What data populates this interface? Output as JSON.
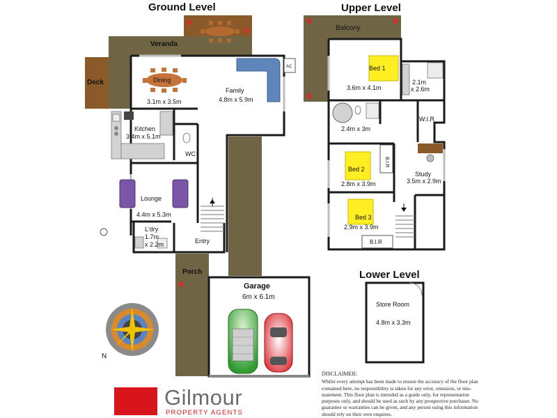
{
  "headings": {
    "ground": "Ground Level",
    "upper": "Upper Level",
    "lower": "Lower Level"
  },
  "rooms": {
    "veranda": "Veranda",
    "deck": "Deck",
    "dining": "Dining",
    "dining_size": "3.1m x 3.5m",
    "family": "Family",
    "family_size": "4.8m x 5.9m",
    "ac": "AC",
    "kitchen": "Kitchen",
    "kitchen_size": "3.4m x 5.1m",
    "wc": "WC",
    "lounge": "Lounge",
    "lounge_size": "4.4m x 5.3m",
    "laundry": "L'dry",
    "laundry_size_a": "1.7m",
    "laundry_size_b": "x 2.2m",
    "entry": "Entry",
    "porch": "Porch",
    "garage": "Garage",
    "garage_size": "6m x 6.1m",
    "balcony": "Balcony",
    "bed1": "Bed 1",
    "bed1_size": "3.6m x 4.1m",
    "ensuite_size_a": "2.1m",
    "ensuite_size_b": "x 2.6m",
    "bath_size": "2.4m x 3m",
    "wir": "W.I.R",
    "bed2": "Bed 2",
    "bed2_size": "2.8m x 3.9m",
    "bir": "B.I.R",
    "study": "Study",
    "study_size": "3.5m x 2.9m",
    "bed3": "Bed 3",
    "bed3_size": "2.9m x 3.9m",
    "bir2": "B.I.R",
    "store": "Store Room",
    "store_size": "4.8m x 3.3m"
  },
  "compass": {
    "north": "N"
  },
  "disclaimer": {
    "title": "DISCLAIMER:",
    "body": "Whilst every attempt has been made to ensure the accuracy of the floor plan contained here, no responsibility is taken for any error, omission, or mis-statement. This floor plan is intended as a guide only, for representation purposes only, and should be used as such by any prospective purchaser. No guarantee or warranties can be given, and any person using this information should rely on their own enquires."
  },
  "logo": {
    "name": "Gilmour",
    "tagline": "PROPERTY AGENTS"
  },
  "colors": {
    "deck": "#8b5a2b",
    "veranda": "#6f6443",
    "bed_yellow": "#ffee22",
    "sofa_purple": "#7a55a8",
    "sofa_blue": "#5f86bb",
    "car_green": "#3da63d",
    "car_red": "#e0242a",
    "brand_red": "#d8141c",
    "compass_yellow": "#f2c400"
  }
}
